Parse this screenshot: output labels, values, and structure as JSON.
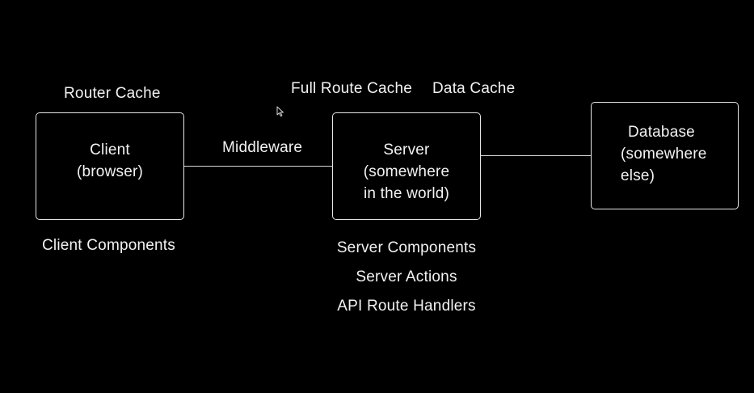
{
  "nodes": {
    "client": {
      "lines": [
        "Client",
        "(browser)"
      ]
    },
    "server": {
      "lines": [
        "Server",
        "(somewhere",
        "in the world)"
      ]
    },
    "database": {
      "lines": [
        "Database",
        "(somewhere",
        "else)"
      ]
    }
  },
  "labels": {
    "router_cache": "Router Cache",
    "full_route_cache": "Full Route Cache",
    "data_cache": "Data Cache",
    "middleware": "Middleware",
    "client_components": "Client Components",
    "server_list": [
      "Server Components",
      "Server Actions",
      "API Route Handlers"
    ]
  },
  "colors": {
    "background": "#000000",
    "stroke": "#e6e6e6",
    "text": "#f2f2f2"
  },
  "icons": {
    "cursor": "mouse-pointer-icon"
  }
}
